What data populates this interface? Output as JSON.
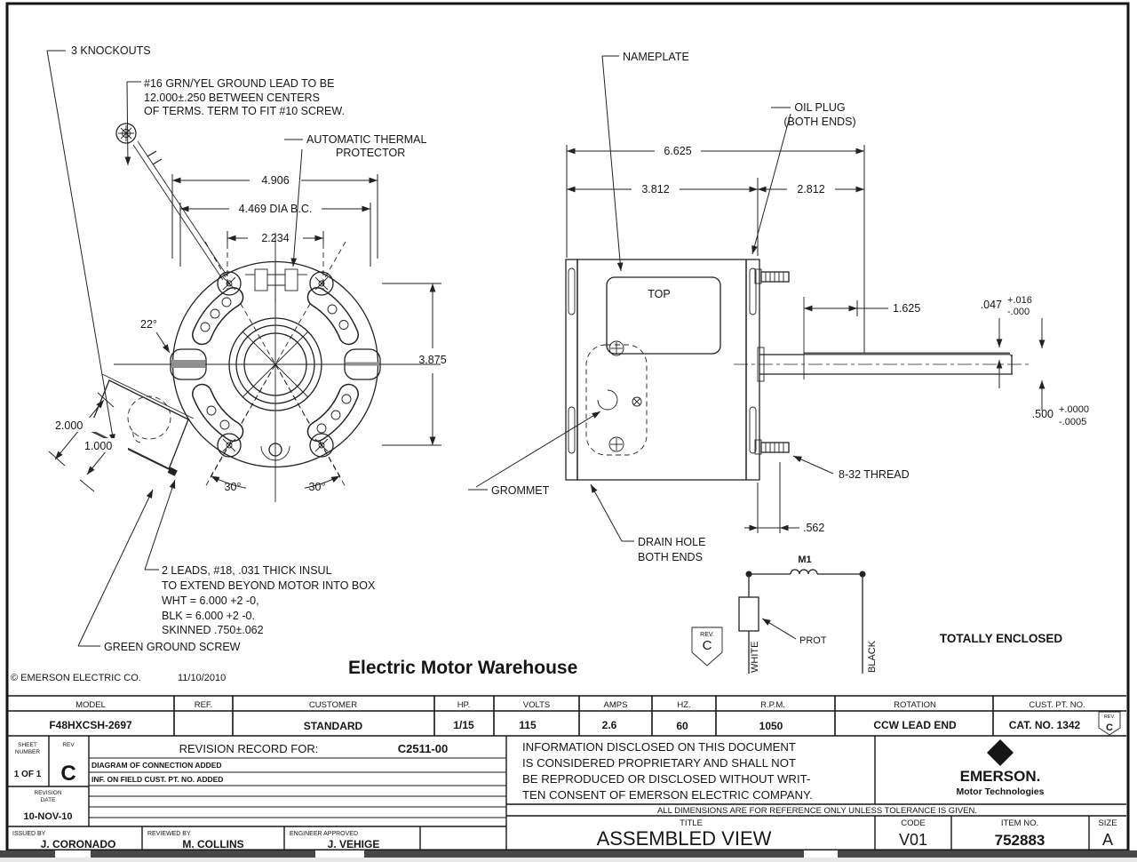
{
  "front_view": {
    "knockouts": "3 KNOCKOUTS",
    "ground_lead": [
      "#16 GRN/YEL GROUND LEAD TO BE",
      "12.000±.250 BETWEEN CENTERS",
      "OF TERMS. TERM TO FIT #10 SCREW."
    ],
    "thermal": [
      "AUTOMATIC THERMAL",
      "PROTECTOR"
    ],
    "dim_od": "4.906",
    "dim_bc": "4.469 DIA B.C.",
    "dim_half": "2.234",
    "dim_height": "3.875",
    "angle": "22°",
    "dim_box_outer": "2.000",
    "dim_box_inner": "1.000",
    "angle_left": "30°",
    "angle_right": "30°",
    "leads": [
      "2 LEADS, #18, .031 THICK INSUL",
      "TO EXTEND BEYOND MOTOR INTO BOX",
      "WHT = 6.000 +2 -0,",
      "BLK = 6.000 +2 -0.",
      "SKINNED .750±.062"
    ],
    "ground_screw": "GREEN GROUND SCREW"
  },
  "side_view": {
    "nameplate": "NAMEPLATE",
    "oil_plug": [
      "OIL PLUG",
      "(BOTH ENDS)"
    ],
    "top_label": "TOP",
    "dim_len": "6.625",
    "dim_body": "3.812",
    "dim_ext": "2.812",
    "dim_flat_len": "1.625",
    "flat_val": ".047",
    "flat_tol_p": "+.016",
    "flat_tol_m": "-.000",
    "dia_val": ".500",
    "dia_tol_p": "+.0000",
    "dia_tol_m": "-.0005",
    "grommet": "GROMMET",
    "drain": [
      "DRAIN HOLE",
      "BOTH ENDS"
    ],
    "thread": "8-32 THREAD",
    "dim_stud": ".562"
  },
  "schematic": {
    "m1": "M1",
    "prot": "PROT",
    "white": "WHITE",
    "black": "BLACK",
    "rev_label": "REV.",
    "rev_value": "C",
    "enclosed": "TOTALLY ENCLOSED"
  },
  "notes": {
    "copyright": "© EMERSON ELECTRIC CO.",
    "date": "11/10/2010",
    "watermark": "Electric Motor Warehouse"
  },
  "spec": {
    "headers": [
      "MODEL",
      "REF.",
      "CUSTOMER",
      "HP.",
      "VOLTS",
      "AMPS",
      "HZ.",
      "R.P.M.",
      "ROTATION",
      "CUST. PT. NO."
    ],
    "values": [
      "F48HXCSH-2697",
      "",
      "STANDARD",
      "1/15",
      "115",
      "2.6",
      "60",
      "1050",
      "CCW LEAD END",
      "CAT. NO. 1342"
    ],
    "rev_label": "REV.",
    "rev_value": "C"
  },
  "revision": {
    "sheet1": "SHEET",
    "sheet2": "NUMBER",
    "sheet_value": "1 OF 1",
    "rev_label": "REV",
    "rev_value": "C",
    "record_title": "REVISION RECORD FOR:",
    "record_no": "C2511-00",
    "entries": [
      "DIAGRAM OF CONNECTION ADDED",
      "INF. ON FIELD CUST. PT. NO. ADDED"
    ],
    "date1": "REVISION",
    "date2": "DATE",
    "date_value": "10-NOV-10",
    "issued_label": "ISSUED BY",
    "issued_name": "J. CORONADO",
    "reviewed_label": "REVIEWED BY",
    "reviewed_name": "M. COLLINS",
    "approved_label": "ENGINEER APPROVED",
    "approved_name": "J. VEHIGE"
  },
  "title_block": {
    "proprietary": [
      "INFORMATION DISCLOSED ON THIS DOCUMENT",
      "IS CONSIDERED PROPRIETARY AND SHALL NOT",
      "BE REPRODUCED OR DISCLOSED WITHOUT WRIT-",
      "TEN CONSENT OF EMERSON ELECTRIC COMPANY."
    ],
    "brand": "EMERSON.",
    "brand_sub": "Motor Technologies",
    "disclaimer": "ALL DIMENSIONS ARE FOR REFERENCE ONLY UNLESS TOLERANCE IS GIVEN.",
    "title_label": "TITLE",
    "title_value": "ASSEMBLED VIEW",
    "code_label": "CODE",
    "code_value": "V01",
    "item_label": "ITEM NO.",
    "item_value": "752883",
    "size_label": "SIZE",
    "size_value": "A"
  }
}
